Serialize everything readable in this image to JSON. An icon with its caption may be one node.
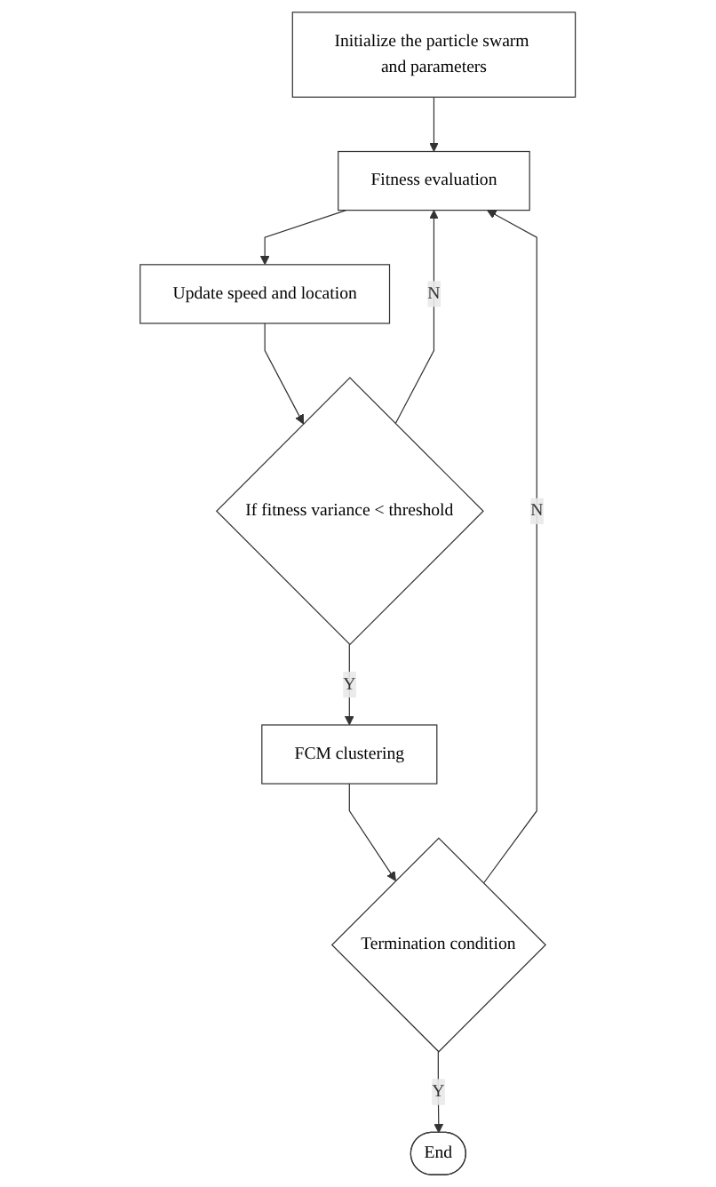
{
  "diagram": {
    "nodes": [
      {
        "text": [
          "Initialize the particle swarm and parameters"
        ]
      },
      {
        "text": [
          "Fitness evaluation"
        ]
      },
      {
        "text": [
          "Update speed and location"
        ]
      },
      {
        "text": [
          "If fitness variance < threshold"
        ]
      },
      {
        "text": [
          "FCM clustering"
        ]
      },
      {
        "text": [
          "Termination condition"
        ]
      },
      {
        "text": [
          "End"
        ]
      }
    ],
    "edges": [
      {
        "from": 0,
        "to": 1,
        "arrow": "to"
      },
      {
        "from": 1,
        "to": 2,
        "arrow": "to"
      },
      {
        "from": 2,
        "to": 3,
        "arrow": "to"
      },
      {
        "from": 3,
        "to": 1,
        "label": "N",
        "arrow": "to"
      },
      {
        "from": 3,
        "to": 4,
        "label": "Y",
        "arrow": "to"
      },
      {
        "from": 4,
        "to": 5,
        "arrow": "to"
      },
      {
        "from": 5,
        "to": 1,
        "label": "N",
        "arrow": "to"
      },
      {
        "from": 5,
        "to": 6,
        "label": "Y",
        "arrow": "to"
      }
    ]
  }
}
